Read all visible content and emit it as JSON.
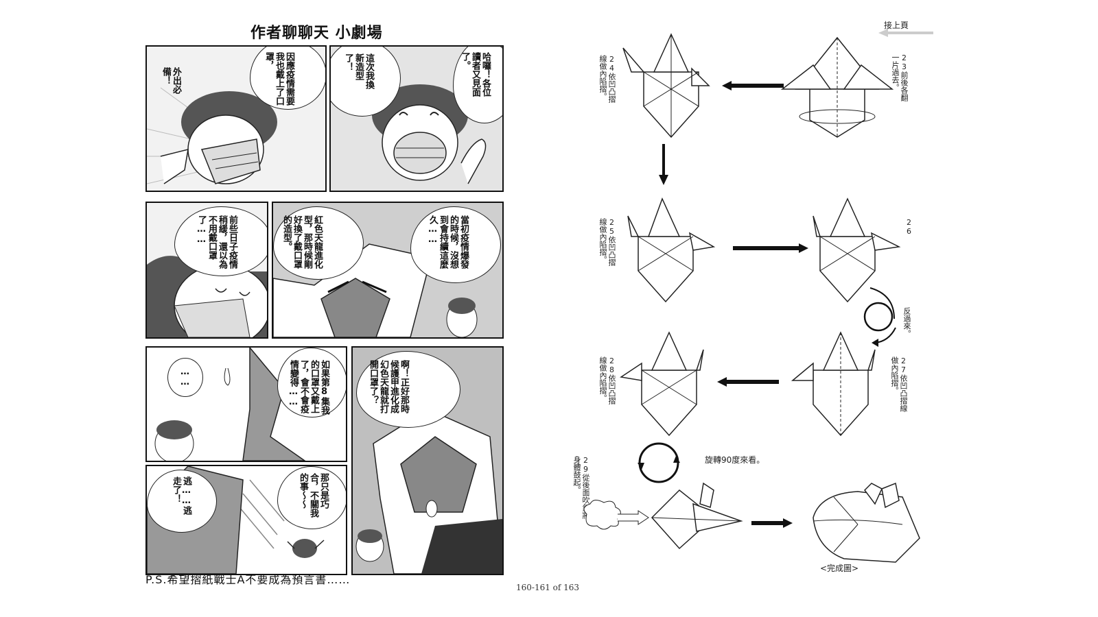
{
  "viewer": {
    "page_indicator": "160-161 of 163"
  },
  "left_page": {
    "title": "作者聊聊天 小劇場",
    "panels": [
      {
        "id": "p1",
        "bubbles": [
          "外出必備！",
          "因應疫情需要我也戴上了口罩，"
        ]
      },
      {
        "id": "p2",
        "bubbles": [
          "這次我換新造型了！",
          "哈囉！各位讀者又見面了。"
        ]
      },
      {
        "id": "p3",
        "bubbles": [
          "前些日子疫情稍緩，還以為不用戴口罩了……"
        ]
      },
      {
        "id": "p4",
        "bubbles": [
          "紅色天龍進化型，那時候剛好換了戴口罩的造型。",
          "當初疫情爆發的時候，沒想到會持續這麼久……"
        ]
      },
      {
        "id": "p5",
        "bubbles": [
          "……",
          "如果第8集我的口罩又戴上了，會不會疫情變得……"
        ]
      },
      {
        "id": "p6",
        "bubbles": [
          "啊！正好那時候護甲進化成幻色天龍就打開口罩了？"
        ]
      },
      {
        "id": "p7",
        "bubbles": [
          "逃……逃走了！",
          "那只是巧合，不關我的事〜〜"
        ]
      }
    ],
    "postscript": "P.S.希望摺紙戰士A不要成為預言書……"
  },
  "right_page": {
    "continue_label": "接上頁",
    "steps": [
      {
        "num": "23",
        "text": "前後各翻一片過去。"
      },
      {
        "num": "24",
        "text": "依凹凸摺線做內陷摺。"
      },
      {
        "num": "25",
        "text": "依凹凸摺線做內陷摺。"
      },
      {
        "num": "26",
        "text": ""
      },
      {
        "num": "27",
        "text": "依凹凸摺線做內陷摺。"
      },
      {
        "num": "28",
        "text": "依凹凸摺線做內陷摺。"
      },
      {
        "num": "29",
        "text": "從後面吹氣將身體鼓起。"
      }
    ],
    "flip_label": "反過來。",
    "rotate_label": "旋轉90度來看。",
    "complete_label": "<完成圖>"
  }
}
